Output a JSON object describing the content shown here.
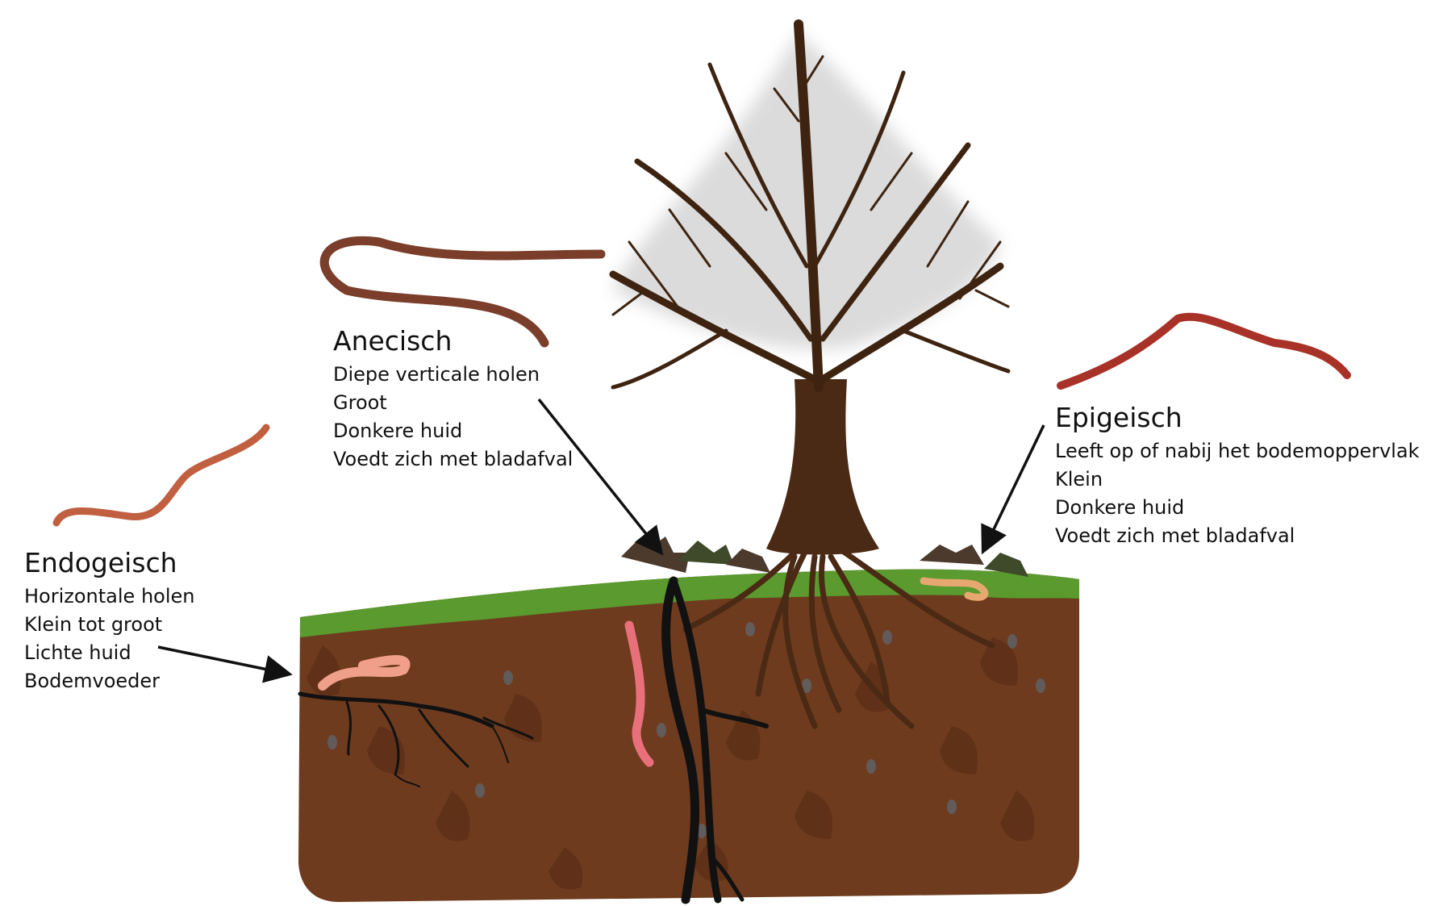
{
  "groups": {
    "endogeic": {
      "title": "Endogeisch",
      "lines": [
        "Horizontale holen",
        "Klein tot groot",
        "Lichte huid",
        "Bodemvoeder"
      ]
    },
    "anecic": {
      "title": "Anecisch",
      "lines": [
        "Diepe verticale holen",
        "Groot",
        "Donkere huid",
        "Voedt zich met bladafval"
      ]
    },
    "epigeic": {
      "title": "Epigeisch",
      "lines": [
        "Leeft op of nabij het bodemoppervlak",
        "Klein",
        "Donkere huid",
        "Voedt zich met bladafval"
      ]
    }
  },
  "colors": {
    "soil": "#6e3b1e",
    "soil_dark": "#4f2812",
    "grass": "#5a9a2e",
    "tree": "#4a2a14",
    "burrow": "#111111",
    "worm_light": "#f0a08a",
    "worm_pink": "#e8707a",
    "worm_dark": "#7a3e2a",
    "worm_red": "#a83228"
  }
}
